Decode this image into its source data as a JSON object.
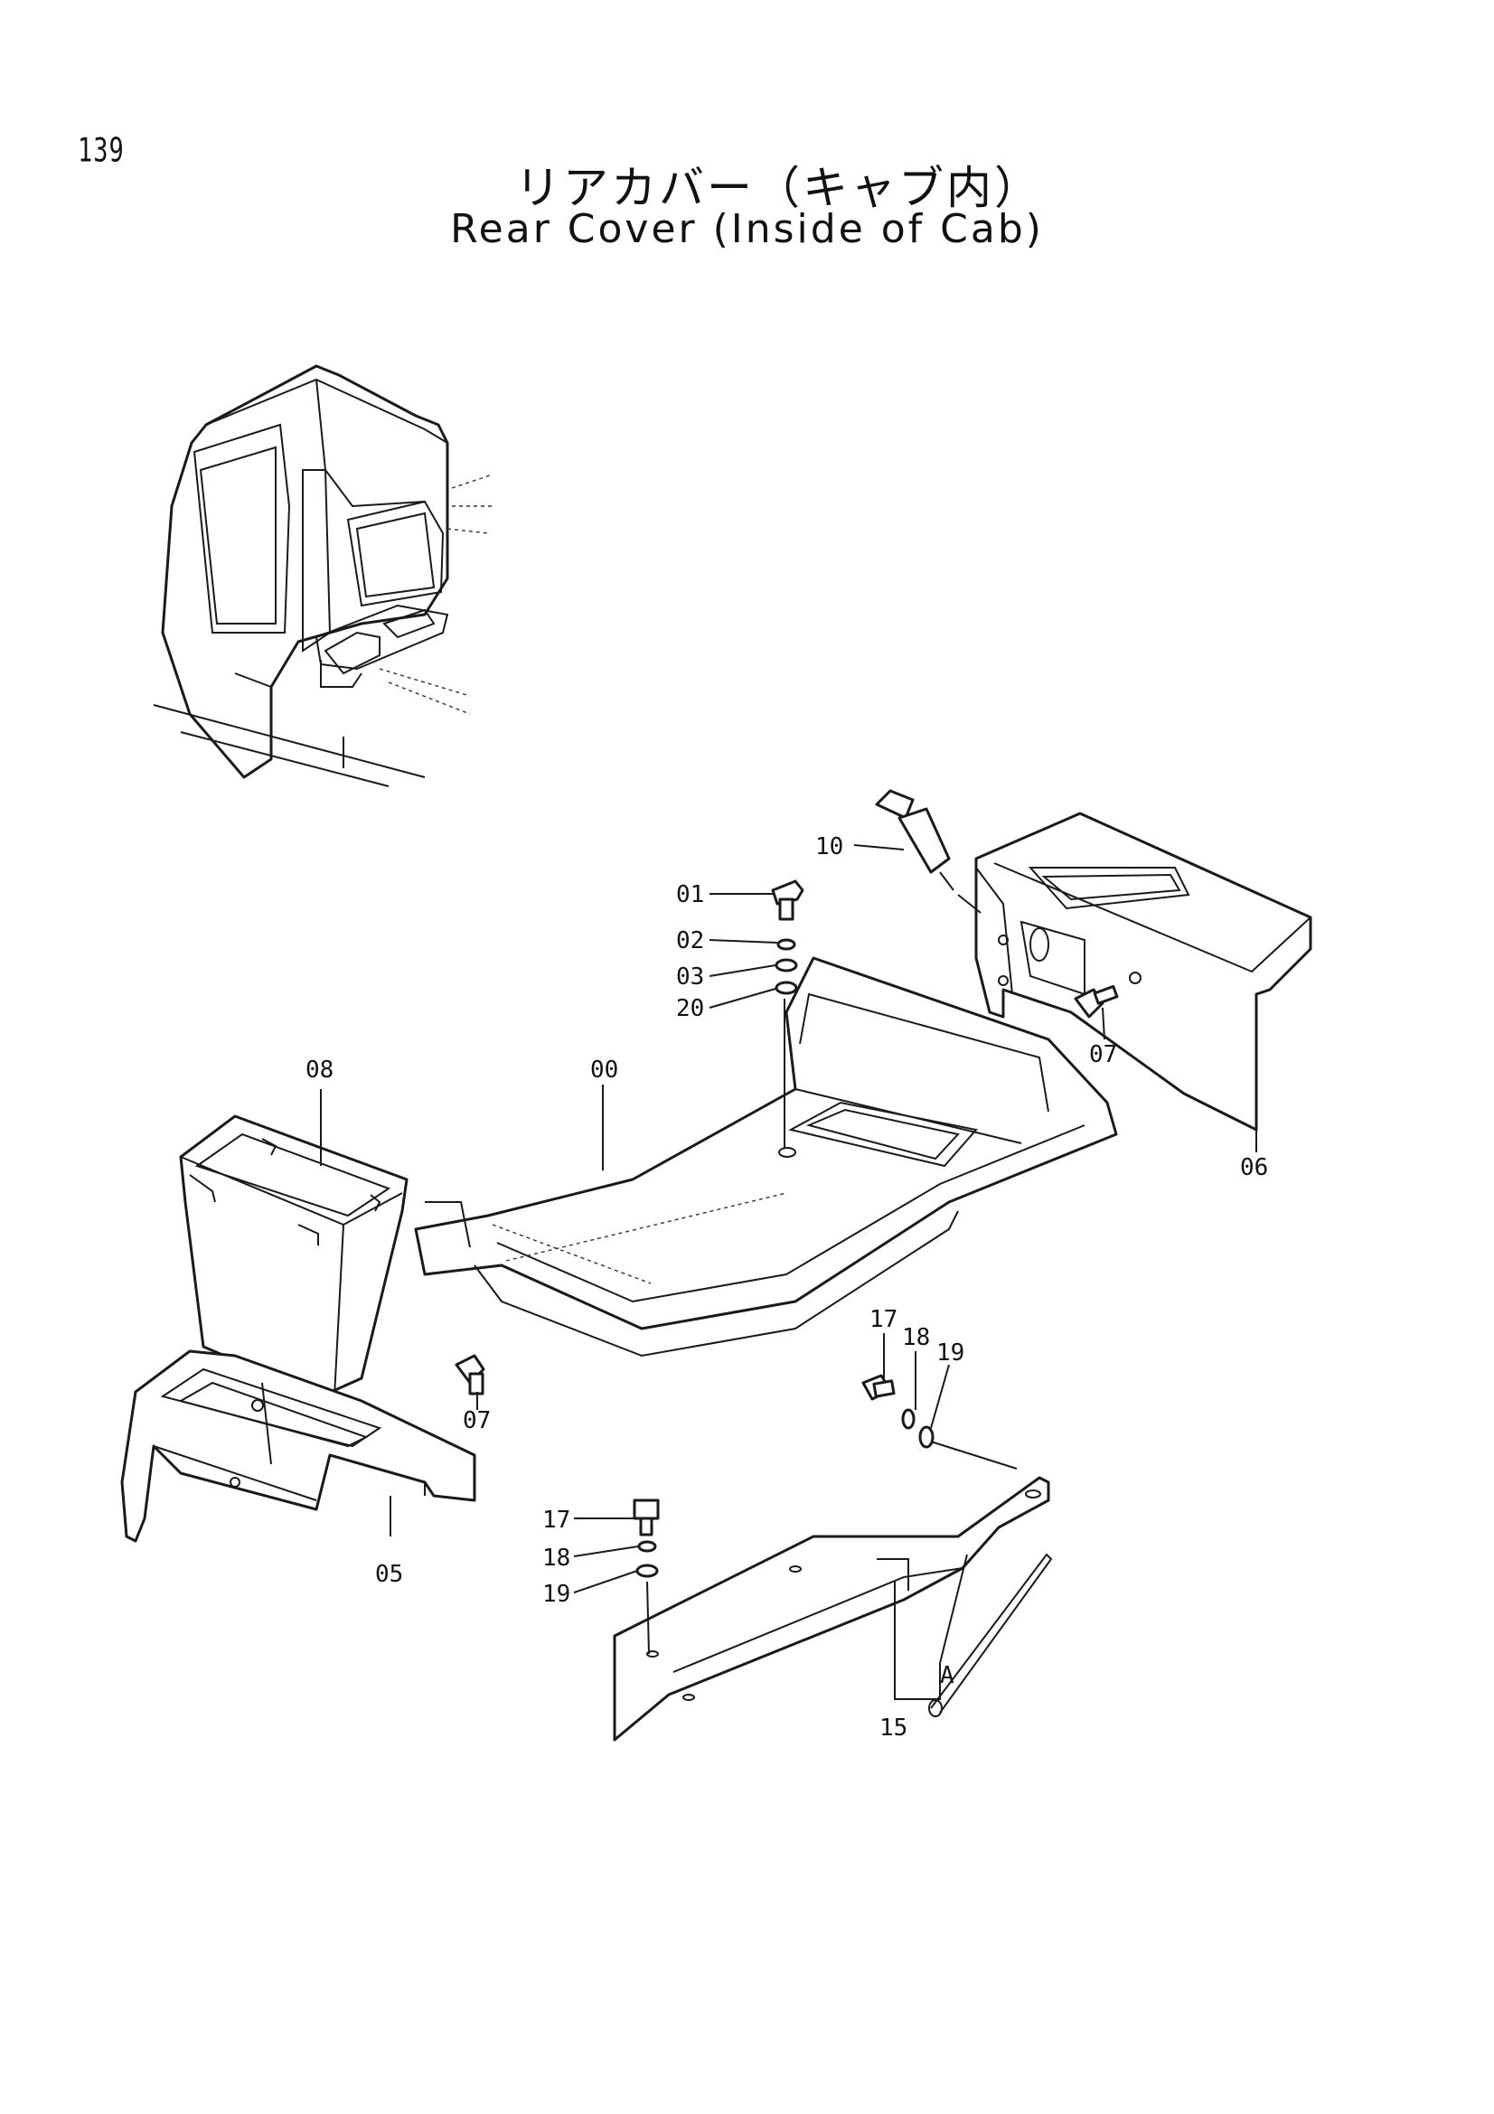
{
  "page": {
    "number": "139",
    "title_jp": "リアカバー（キャブ内）",
    "title_en": "Rear Cover (Inside of Cab)"
  },
  "callouts": {
    "c00": "00",
    "c01": "01",
    "c02": "02",
    "c03": "03",
    "c20": "20",
    "c10": "10",
    "c06": "06",
    "c07a": "07",
    "c07b": "07",
    "c08": "08",
    "c05": "05",
    "c17a": "17",
    "c18a": "18",
    "c19a": "19",
    "c17b": "17",
    "c18b": "18",
    "c19b": "19",
    "c15": "15",
    "cA": "A"
  }
}
